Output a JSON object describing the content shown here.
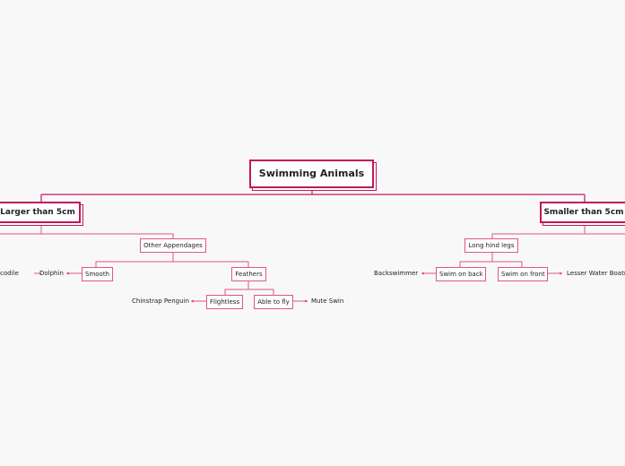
{
  "mindmap": {
    "root": "Swimming Animals",
    "left_main": "Larger than 5cm",
    "right_main": "Smaller than 5cm",
    "other_appendages": "Other Appendages",
    "smooth": "Smooth",
    "feathers": "Feathers",
    "flightless": "Flightless",
    "able_to_fly": "Able to fly",
    "long_hind_legs": "Long hind legs",
    "swim_on_back": "Swim on back",
    "swim_on_front": "Swim on front",
    "leaves": {
      "crocodile": "codile",
      "dolphin": "Dolphin",
      "chinstrap_penguin": "Chinstrap Penguin",
      "mute_swan": "Mute Swin",
      "backswimmer": "Backswimmer",
      "lesser_water_boatman": "Lesser Water Boatm"
    }
  },
  "colors": {
    "primary": "#c2185b",
    "secondary": "#e05587"
  }
}
